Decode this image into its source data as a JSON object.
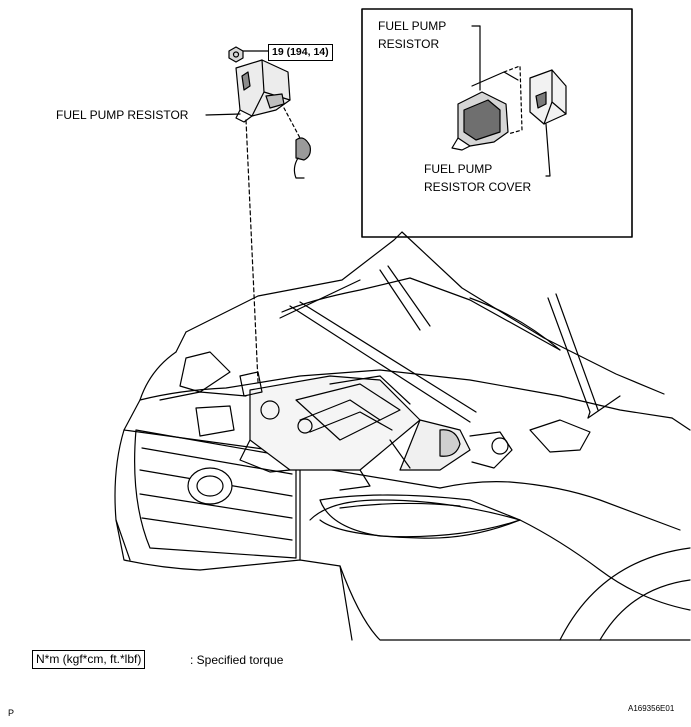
{
  "labels": {
    "torque_main": "19 (194, 14)",
    "fuel_pump_resistor_main": "FUEL PUMP RESISTOR",
    "inset_resistor_line1": "FUEL PUMP",
    "inset_resistor_line2": "RESISTOR",
    "inset_cover_line1": "FUEL PUMP",
    "inset_cover_line2": "RESISTOR COVER"
  },
  "legend": {
    "unit_box": "N*m (kgf*cm, ft.*lbf)",
    "unit_desc": ": Specified torque"
  },
  "footer": {
    "left_mark": "P",
    "figure_id": "A169356E01"
  }
}
